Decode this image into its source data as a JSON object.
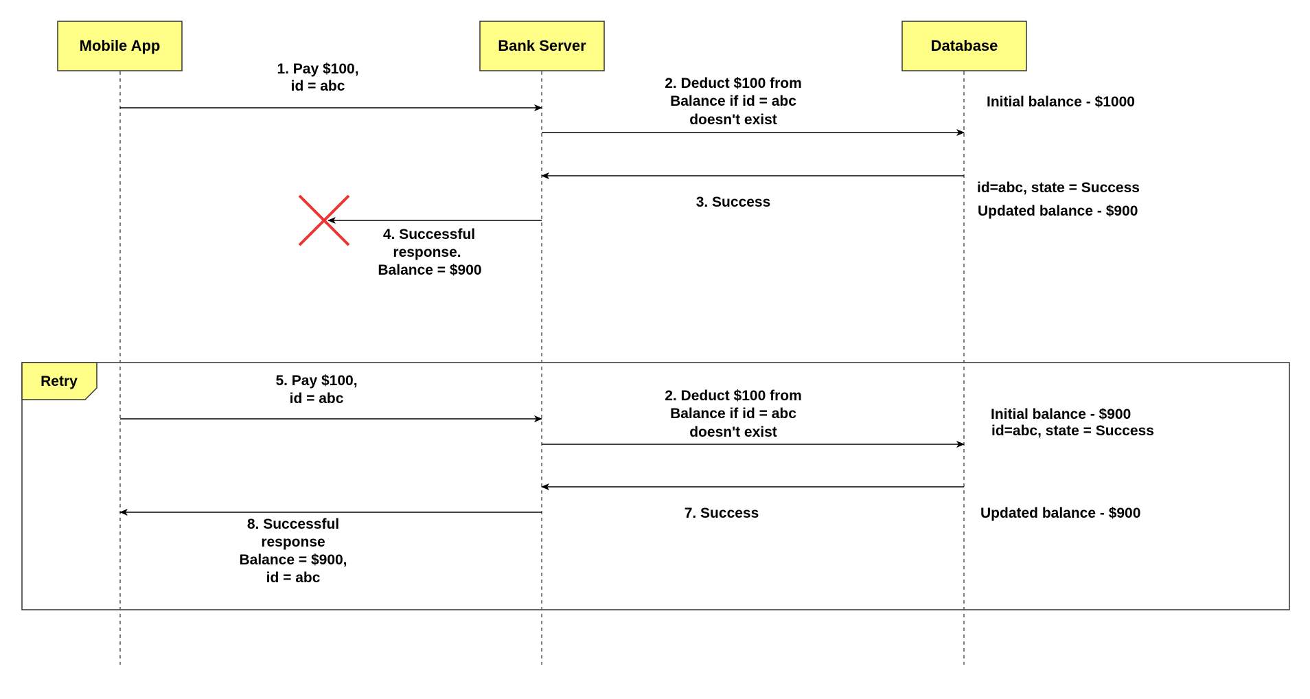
{
  "colors": {
    "actor_fill": "#FFFF88",
    "line": "#000000",
    "lifeline": "#555555",
    "frame": "#333333",
    "cross": "#EE3333",
    "background": "#FFFFFF"
  },
  "actors": {
    "mobile": "Mobile App",
    "server": "Bank Server",
    "db": "Database"
  },
  "retry_frame": {
    "label": "Retry"
  },
  "messages": {
    "m1": {
      "line1": "1. Pay $100,",
      "line2": "id = abc"
    },
    "m2": {
      "line1": "2. Deduct $100 from",
      "line2": "Balance if id = abc",
      "line3": "doesn't exist"
    },
    "m3": {
      "line1": "3. Success"
    },
    "m4": {
      "line1": "4. Successful",
      "line2": "response.",
      "line3": "Balance = $900"
    },
    "m5": {
      "line1": "5. Pay $100,",
      "line2": "id = abc"
    },
    "m6": {
      "line1": "2. Deduct $100 from",
      "line2": "Balance if id = abc",
      "line3": "doesn't exist"
    },
    "m7": {
      "line1": "7. Success"
    },
    "m8": {
      "line1": "8. Successful",
      "line2": "response",
      "line3": "Balance = $900,",
      "line4": "id = abc"
    }
  },
  "notes": {
    "initial_1": "Initial balance - $1000",
    "state_1": "id=abc, state = Success",
    "updated_1": "Updated balance - $900",
    "initial_2": "Initial balance - $900",
    "state_2": "id=abc, state = Success",
    "updated_2": "Updated balance - $900"
  },
  "icons": {
    "failure": "cross-icon"
  }
}
